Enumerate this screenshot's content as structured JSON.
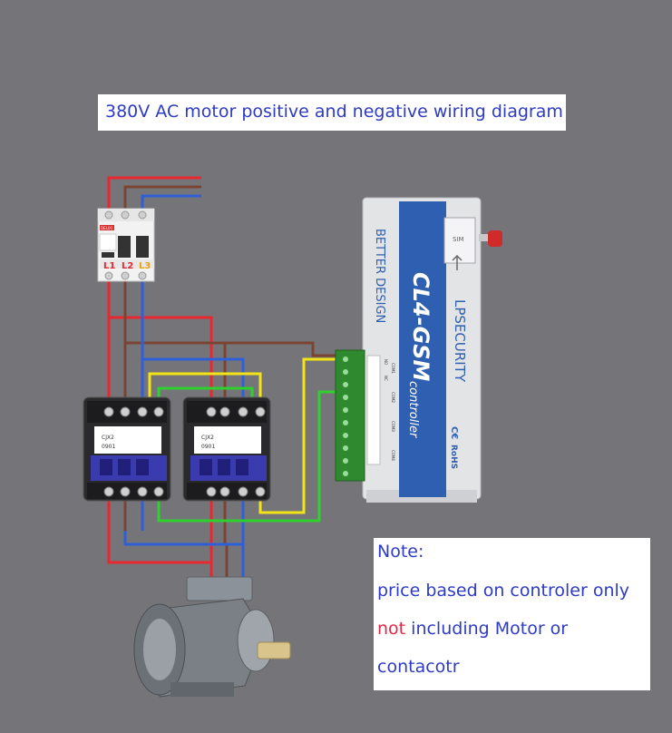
{
  "title": "380V AC motor positive and negative wiring diagram",
  "breaker": {
    "labels": [
      "L1",
      "L2",
      "L3"
    ],
    "brand": "DELIXI"
  },
  "contactor": {
    "model": "CJX2",
    "code": "0901"
  },
  "controller": {
    "brand_vertical": "BETTER DESIGN",
    "model": "CL4-GSM",
    "subtitle": "controller",
    "maker": "LPSECURITY",
    "sim_label": "SIM",
    "ce_label": "C€",
    "rohs_label": "RoHS",
    "relay_labels": [
      "COM1",
      "COM2",
      "COM3",
      "COM4"
    ],
    "pin_labels": [
      "NO",
      "NC"
    ]
  },
  "note": {
    "heading": "Note:",
    "line1": "price based on controler only",
    "line2_red": "not",
    "line2_rest": " including Motor or",
    "line3": "contacotr"
  },
  "colors": {
    "background": "#757579",
    "wire_red": "#e8282e",
    "wire_brown": "#7a4332",
    "wire_blue": "#2f5fd6",
    "wire_yellow": "#f3e417",
    "wire_green": "#2ecf2e",
    "text_blue": "#2e3bc4",
    "text_red": "#e02846",
    "controller_blue": "#2f5fb0"
  }
}
